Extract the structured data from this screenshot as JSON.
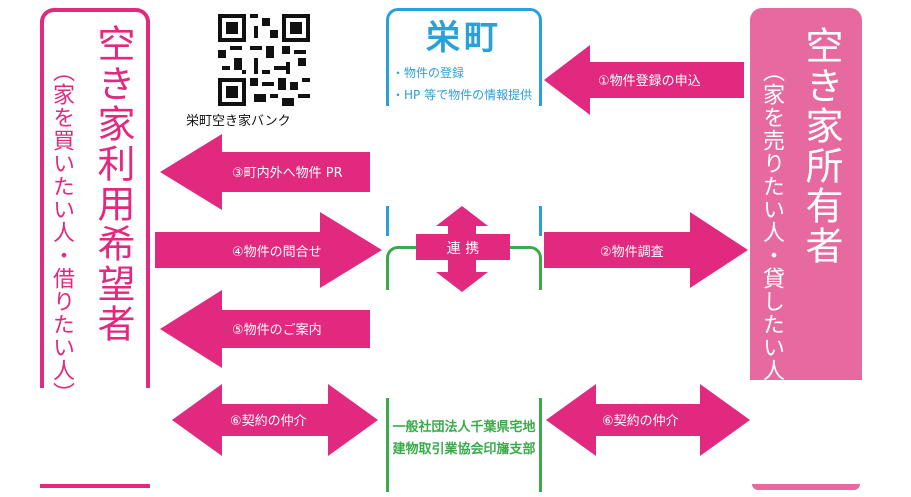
{
  "left_actor": {
    "title": "空き家利用希望者",
    "subtitle": "（家を買いたい人・借りたい人）"
  },
  "right_actor": {
    "title": "空き家所有者",
    "subtitle": "（家を売りたい人・貸したい人）"
  },
  "city": {
    "name": "栄町",
    "lines": [
      "・物件の登録",
      "・HP 等で物件の情報提供"
    ]
  },
  "qr_label": "栄町空き家バンク",
  "cooperation": "連 携",
  "association": {
    "lines": [
      "一般社団法人千葉県宅地",
      "建物取引業協会印旛支部"
    ]
  },
  "steps": {
    "s1": "①物件登録の申込",
    "s2": "②物件調査",
    "s3": "③町内外へ物件 PR",
    "s4": "④物件の問合せ",
    "s5": "⑤物件のご案内",
    "s6a": "⑥契約の仲介",
    "s6b": "⑥契約の仲介"
  },
  "colors": {
    "magenta": "#e0297f",
    "pink": "#e66aa0",
    "blue": "#2aa0d8",
    "green": "#3aaa4a"
  }
}
